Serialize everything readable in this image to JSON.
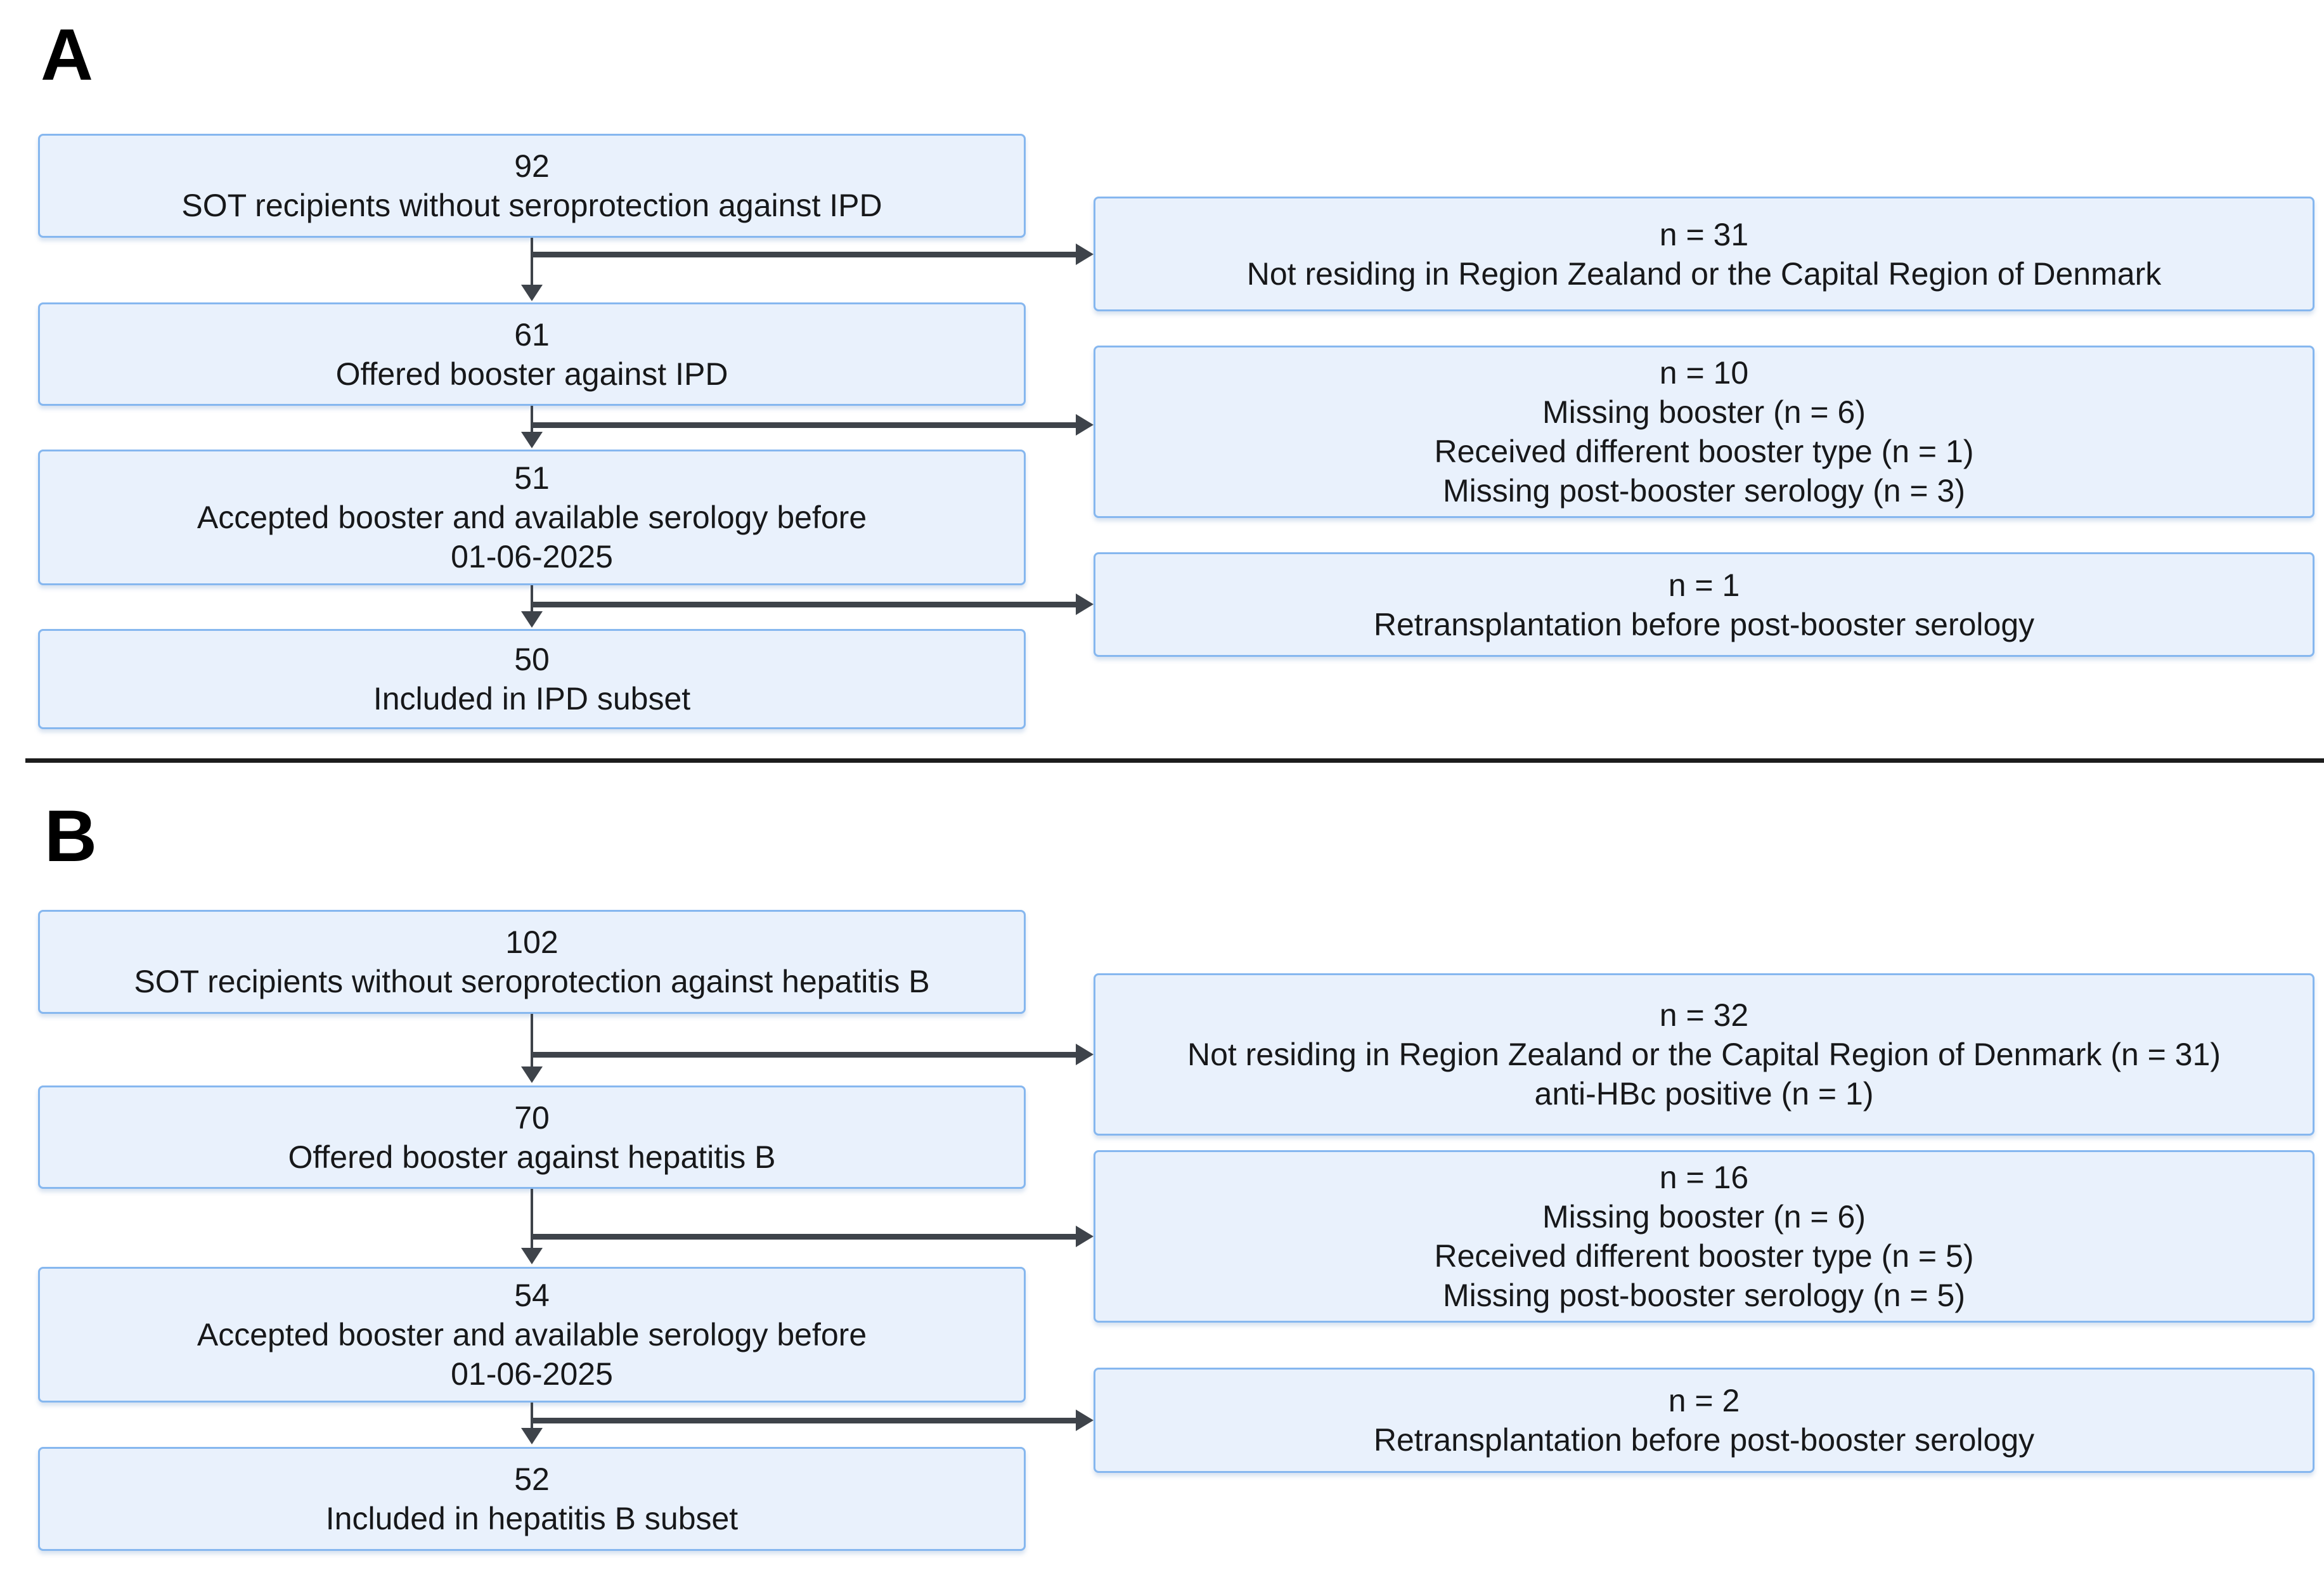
{
  "colors": {
    "box_fill": "#e9f1fc",
    "box_border": "#86b7ef",
    "arrow": "#3e434a",
    "divider": "#1c1c1c",
    "text": "#17181a"
  },
  "panels": [
    {
      "label": "A",
      "steps": [
        {
          "count": "92",
          "lines": [
            "SOT recipients without seroprotection against IPD"
          ]
        },
        {
          "count": "61",
          "lines": [
            "Offered booster against IPD"
          ]
        },
        {
          "count": "51",
          "lines": [
            "Accepted booster and available serology before",
            "01-06-2025"
          ]
        },
        {
          "count": "50",
          "lines": [
            "Included in IPD subset"
          ]
        }
      ],
      "exclusions": [
        {
          "count": "n = 31",
          "lines": [
            "Not residing in Region Zealand or the Capital Region of Denmark"
          ]
        },
        {
          "count": "n = 10",
          "lines": [
            "Missing booster (n = 6)",
            "Received different booster type (n = 1)",
            "Missing post-booster serology (n = 3)"
          ]
        },
        {
          "count": "n = 1",
          "lines": [
            "Retransplantation before post-booster serology"
          ]
        }
      ]
    },
    {
      "label": "B",
      "steps": [
        {
          "count": "102",
          "lines": [
            "SOT recipients without seroprotection against hepatitis B"
          ]
        },
        {
          "count": "70",
          "lines": [
            "Offered booster against hepatitis B"
          ]
        },
        {
          "count": "54",
          "lines": [
            "Accepted booster and available serology before",
            "01-06-2025"
          ]
        },
        {
          "count": "52",
          "lines": [
            "Included in hepatitis B subset"
          ]
        }
      ],
      "exclusions": [
        {
          "count": "n = 32",
          "lines": [
            "Not residing in Region Zealand or the Capital Region of Denmark (n = 31)",
            "anti-HBc positive (n = 1)"
          ]
        },
        {
          "count": "n = 16",
          "lines": [
            "Missing booster (n = 6)",
            "Received different booster type (n = 5)",
            "Missing post-booster serology (n = 5)"
          ]
        },
        {
          "count": "n = 2",
          "lines": [
            "Retransplantation before post-booster serology"
          ]
        }
      ]
    }
  ]
}
